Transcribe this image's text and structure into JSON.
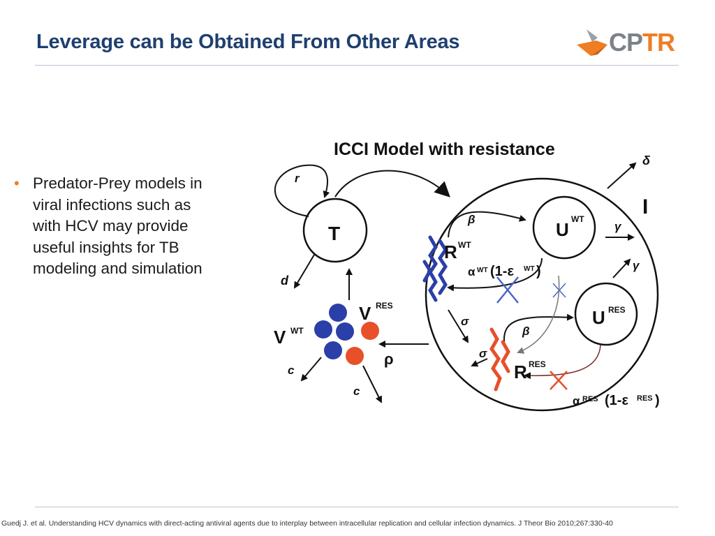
{
  "slide": {
    "title": "Leverage can be Obtained From Other Areas"
  },
  "logo": {
    "text_cp": "CP",
    "text_tr": "TR",
    "colors": {
      "gray": "#7b8289",
      "orange": "#ef7d22"
    }
  },
  "bullets": [
    {
      "marker": "•",
      "text": "Predator-Prey models in viral infections such as with HCV may provide useful insights for TB modeling and simulation"
    }
  ],
  "diagram": {
    "title": "ICCI Model with resistance",
    "nodes": {
      "T": "T",
      "U_wt_base": "U",
      "U_wt_sup": "WT",
      "U_res_base": "U",
      "U_res_sup": "RES",
      "R_wt_base": "R",
      "R_wt_sup": "WT",
      "R_res_base": "R",
      "R_res_sup": "RES",
      "V_wt_base": "V",
      "V_wt_sup": "WT",
      "V_res_base": "V",
      "V_res_sup": "RES",
      "I": "I"
    },
    "params": {
      "r": "r",
      "d": "d",
      "c1": "c",
      "c2": "c",
      "p": "ρ",
      "delta": "δ",
      "gamma1": "γ",
      "gamma2": "γ",
      "beta1": "β",
      "beta2": "β",
      "sigma1": "σ",
      "sigma2": "σ",
      "alpha_wt": "α",
      "alpha_wt_sup": "WT",
      "one_minus_eps_wt": "(1-ε",
      "eps_wt_sup": "WT",
      "close_wt": ")",
      "alpha_res": "α",
      "alpha_res_sup": "RES",
      "one_minus_eps_res": "(1-ε",
      "eps_res_sup": "RES",
      "close_res": ")"
    },
    "colors": {
      "wt": "#2b3fa8",
      "res": "#e8502a",
      "ink": "#111111",
      "cross_blue": "#4a66c9",
      "cross_red": "#e8502a",
      "res_path": "#7a2d2d"
    }
  },
  "citation": "Guedj J. et al. Understanding HCV dynamics with direct-acting antiviral agents due to interplay between intracellular replication and cellular infection dynamics. J Theor Bio 2010;267:330-40"
}
